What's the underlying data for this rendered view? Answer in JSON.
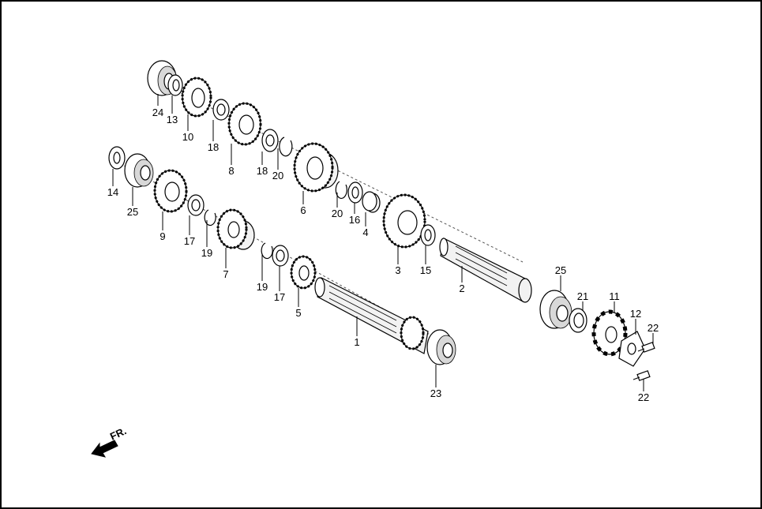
{
  "parts": [
    {
      "id": "p1",
      "label": "1",
      "type": "shaft"
    },
    {
      "id": "p2",
      "label": "2",
      "type": "shaft"
    },
    {
      "id": "p3",
      "label": "3",
      "type": "gear"
    },
    {
      "id": "p4",
      "label": "4",
      "type": "bushing"
    },
    {
      "id": "p5",
      "label": "5",
      "type": "gear"
    },
    {
      "id": "p6",
      "label": "6",
      "type": "gear"
    },
    {
      "id": "p7",
      "label": "7",
      "type": "gear"
    },
    {
      "id": "p8",
      "label": "8",
      "type": "gear"
    },
    {
      "id": "p9",
      "label": "9",
      "type": "gear"
    },
    {
      "id": "p10",
      "label": "10",
      "type": "gear"
    },
    {
      "id": "p11",
      "label": "11",
      "type": "sprocket"
    },
    {
      "id": "p12",
      "label": "12",
      "type": "plate"
    },
    {
      "id": "p13",
      "label": "13",
      "type": "washer"
    },
    {
      "id": "p14",
      "label": "14",
      "type": "washer"
    },
    {
      "id": "p15",
      "label": "15",
      "type": "washer"
    },
    {
      "id": "p16",
      "label": "16",
      "type": "washer"
    },
    {
      "id": "p17a",
      "label": "17",
      "type": "washer"
    },
    {
      "id": "p17b",
      "label": "17",
      "type": "washer"
    },
    {
      "id": "p18a",
      "label": "18",
      "type": "washer"
    },
    {
      "id": "p18b",
      "label": "18",
      "type": "washer"
    },
    {
      "id": "p19a",
      "label": "19",
      "type": "circlip"
    },
    {
      "id": "p19b",
      "label": "19",
      "type": "circlip"
    },
    {
      "id": "p20a",
      "label": "20",
      "type": "circlip"
    },
    {
      "id": "p20b",
      "label": "20",
      "type": "circlip"
    },
    {
      "id": "p21",
      "label": "21",
      "type": "seal"
    },
    {
      "id": "p22a",
      "label": "22",
      "type": "bolt"
    },
    {
      "id": "p22b",
      "label": "22",
      "type": "bolt"
    },
    {
      "id": "p23",
      "label": "23",
      "type": "bearing"
    },
    {
      "id": "p24",
      "label": "24",
      "type": "bearing"
    },
    {
      "id": "p25a",
      "label": "25",
      "type": "bearing"
    },
    {
      "id": "p25b",
      "label": "25",
      "type": "bearing"
    }
  ],
  "direction_marker": {
    "label": "FR.",
    "icon": "front-direction-arrow-icon"
  },
  "colors": {
    "line": "#000000",
    "shade": "#d8d8d8",
    "background": "#ffffff"
  }
}
